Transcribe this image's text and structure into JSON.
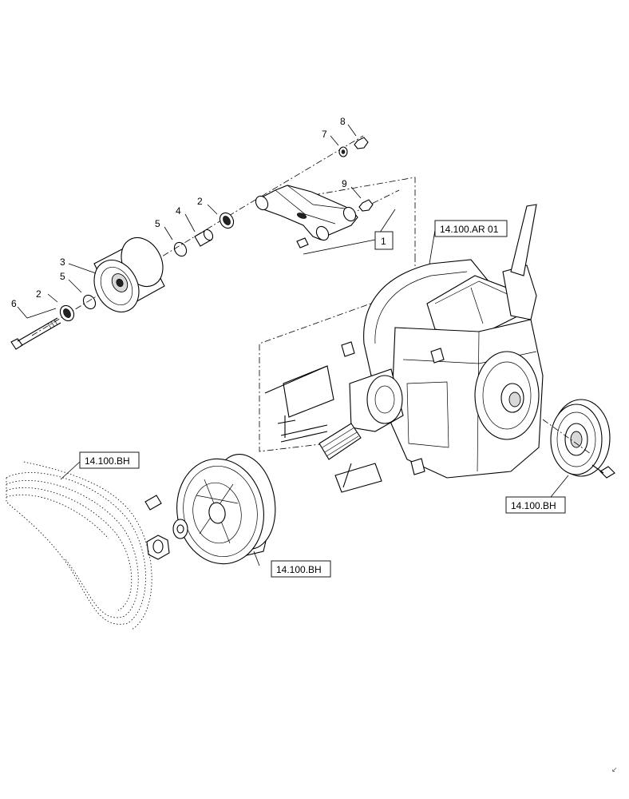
{
  "callouts": {
    "c1": "1",
    "c2a": "2",
    "c2b": "2",
    "c3": "3",
    "c4": "4",
    "c5a": "5",
    "c5b": "5",
    "c6": "6",
    "c7": "7",
    "c8": "8",
    "c9": "9"
  },
  "references": {
    "gearbox": "14.100.AR 01",
    "belt": "14.100.BH",
    "main_pulley": "14.100.BH",
    "small_pulley": "14.100.BH"
  },
  "mark": "↙"
}
